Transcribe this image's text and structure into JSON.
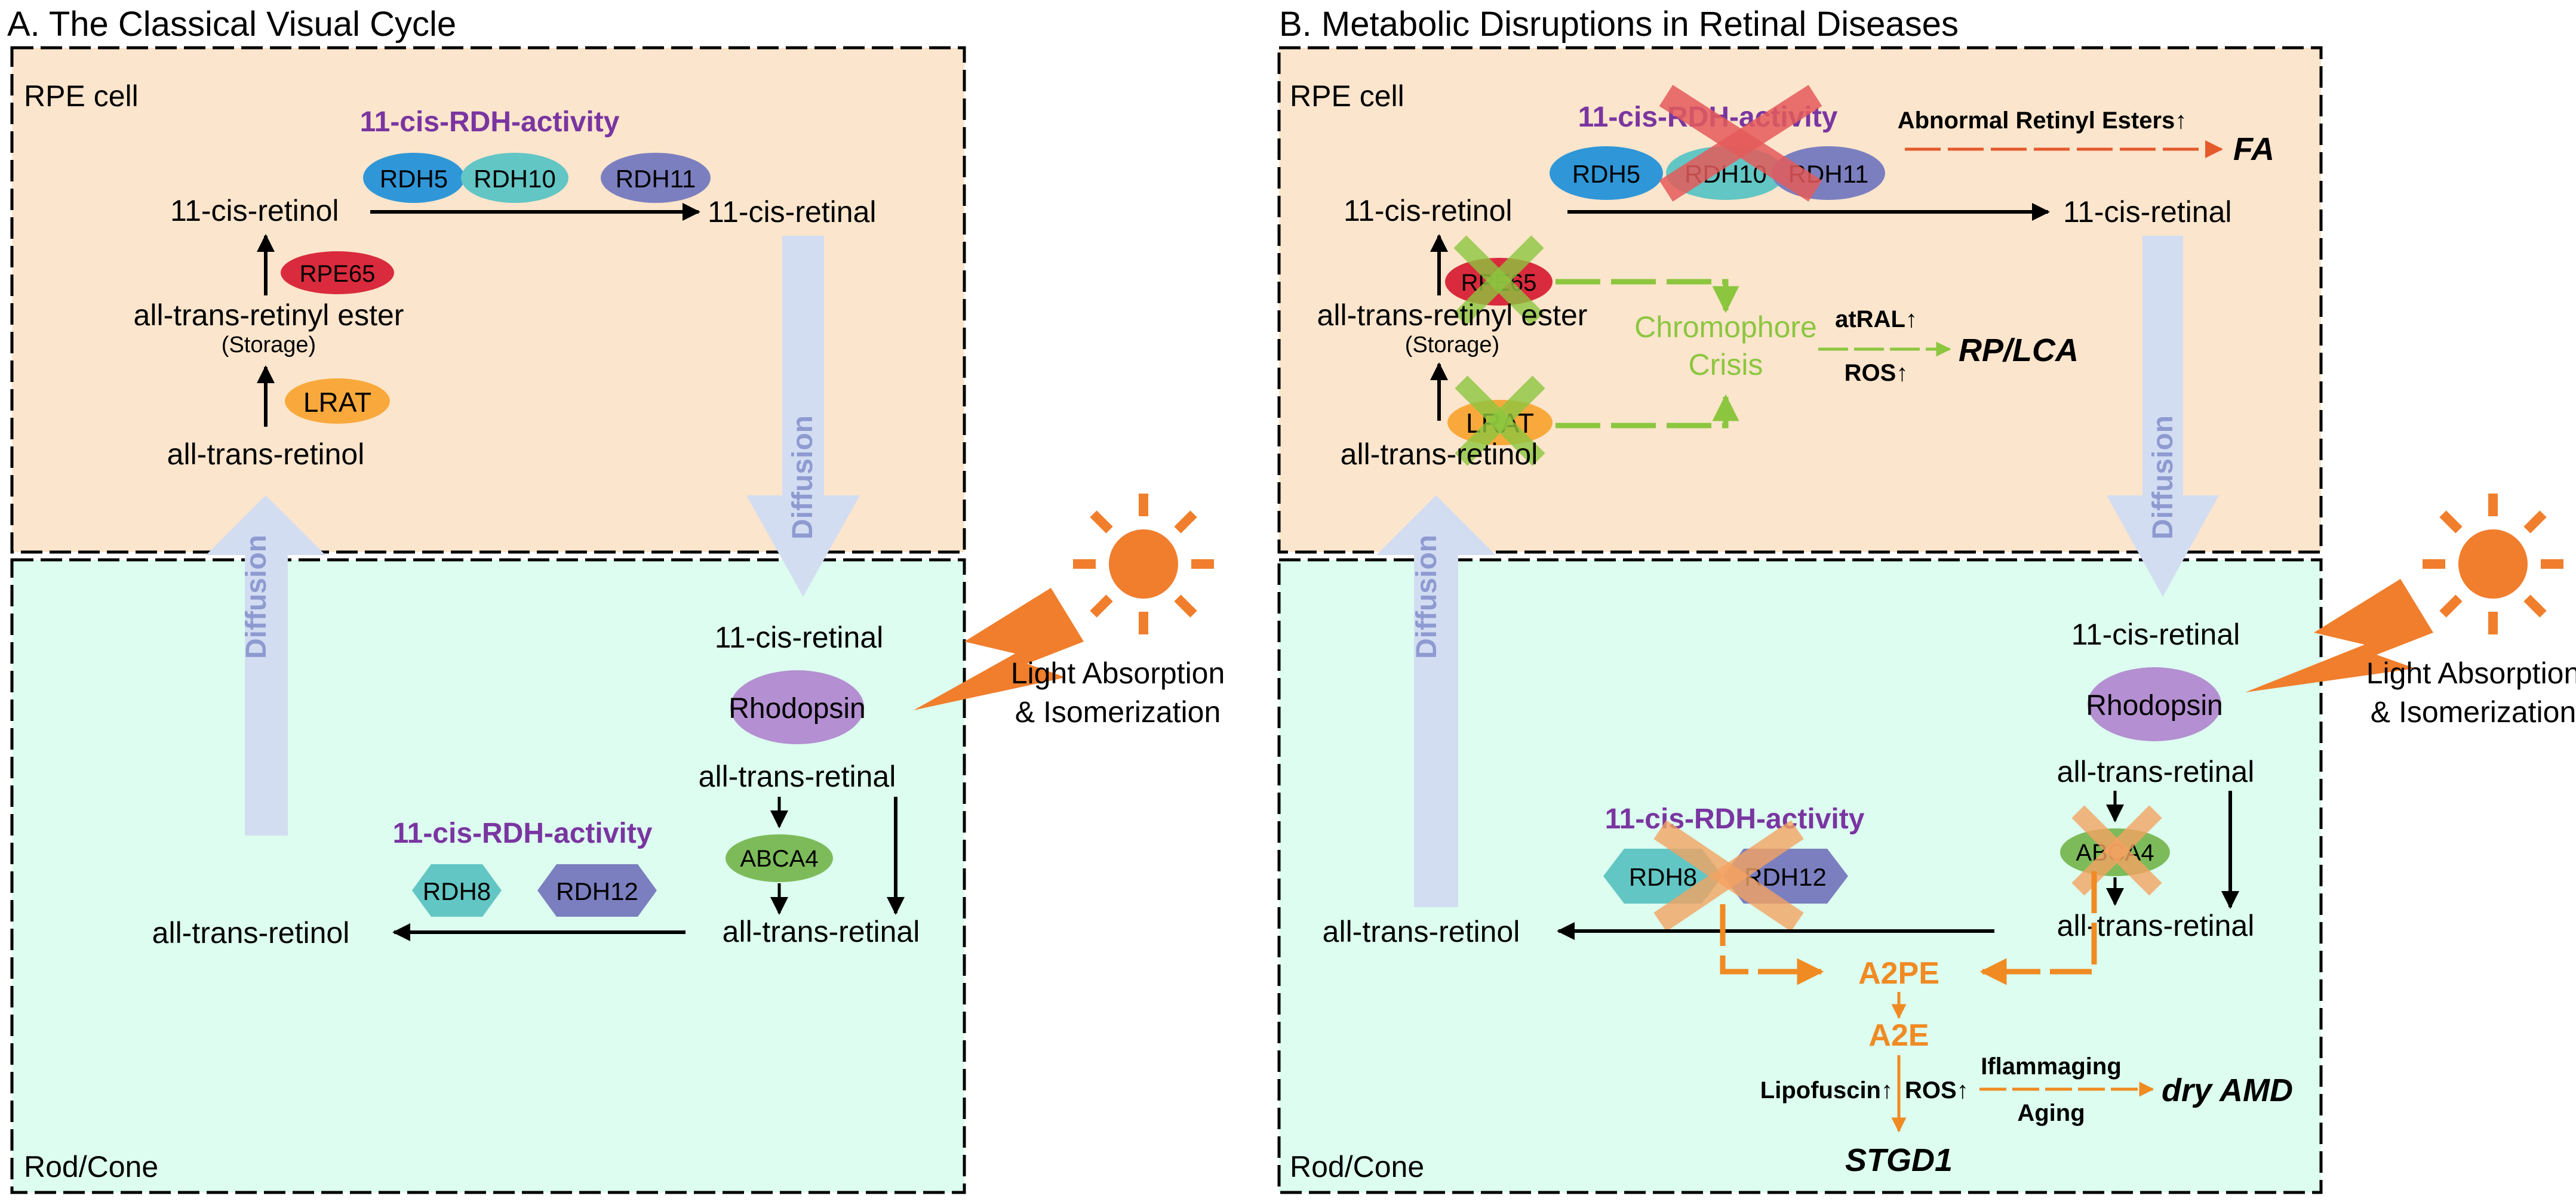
{
  "colors": {
    "rpe_bg": "#fbe5cc",
    "rod_bg": "#dcfdef",
    "purple": "#7a35a1",
    "rdh5": "#2f97d8",
    "rdh10": "#62c6c4",
    "rdh11": "#7b7fbf",
    "rpe65": "#d92b3d",
    "lrat": "#f9a93c",
    "abca4": "#7dbb5a",
    "rhodopsin": "#b48fd1",
    "orange": "#f08a22",
    "red_arrow": "#e45a2b",
    "green": "#8cc63f",
    "diffusion": "#d3ddf2",
    "diffusion_text": "#8e9ad0"
  },
  "panel_a": {
    "title": "A. The Classical Visual Cycle",
    "rpe_label": "RPE cell",
    "rod_label": "Rod/Cone",
    "rdh_activity_top": "11-cis-RDH-activity",
    "rdh5": "RDH5",
    "rdh10": "RDH10",
    "rdh11": "RDH11",
    "cis_retinol": "11-cis-retinol",
    "cis_retinal_top": "11-cis-retinal",
    "rpe65": "RPE65",
    "retinyl_ester": "all-trans-retinyl ester",
    "storage": "(Storage)",
    "lrat": "LRAT",
    "trans_retinol_top": "all-trans-retinol",
    "diffusion_left": "Diffusion",
    "diffusion_right": "Diffusion",
    "cis_retinal_bottom": "11-cis-retinal",
    "rhodopsin": "Rhodopsin",
    "light_1": "Light Absorption",
    "light_2": "& Isomerization",
    "trans_retinal_1": "all-trans-retinal",
    "abca4": "ABCA4",
    "trans_retinal_2": "all-trans-retinal",
    "rdh_activity_bottom": "11-cis-RDH-activity",
    "rdh8": "RDH8",
    "rdh12": "RDH12",
    "trans_retinol_bottom": "all-trans-retinol"
  },
  "panel_b": {
    "title": "B. Metabolic Disruptions in Retinal Diseases",
    "rpe_label": "RPE cell",
    "rod_label": "Rod/Cone",
    "rdh_activity_top": "11-cis-RDH-activity",
    "rdh5": "RDH5",
    "rdh10": "RDH10",
    "rdh11": "RDH11",
    "abnormal_esters": "Abnormal Retinyl Esters↑",
    "fa": "FA",
    "cis_retinol": "11-cis-retinol",
    "cis_retinal_top": "11-cis-retinal",
    "rpe65": "RPE65",
    "retinyl_ester": "all-trans-retinyl ester",
    "storage": "(Storage)",
    "lrat": "LRAT",
    "trans_retinol_top": "all-trans-retinol",
    "chromophore_1": "Chromophore",
    "chromophore_2": "Crisis",
    "atral": "atRAL↑",
    "ros_top": "ROS↑",
    "rp_lca": "RP/LCA",
    "diffusion_left": "Diffusion",
    "diffusion_right": "Diffusion",
    "cis_retinal_bottom": "11-cis-retinal",
    "rhodopsin": "Rhodopsin",
    "light_1": "Light Absorption",
    "light_2": "& Isomerization",
    "trans_retinal_1": "all-trans-retinal",
    "abca4": "ABCA4",
    "trans_retinal_2": "all-trans-retinal",
    "rdh_activity_bottom": "11-cis-RDH-activity",
    "rdh8": "RDH8",
    "rdh12": "RDH12",
    "trans_retinol_bottom": "all-trans-retinol",
    "a2pe": "A2PE",
    "a2e": "A2E",
    "lipofuscin": "Lipofuscin↑",
    "ros_bottom": "ROS↑",
    "iflammaging": "Iflammaging",
    "aging": "Aging",
    "dry_amd": "dry AMD",
    "stgd1": "STGD1"
  }
}
